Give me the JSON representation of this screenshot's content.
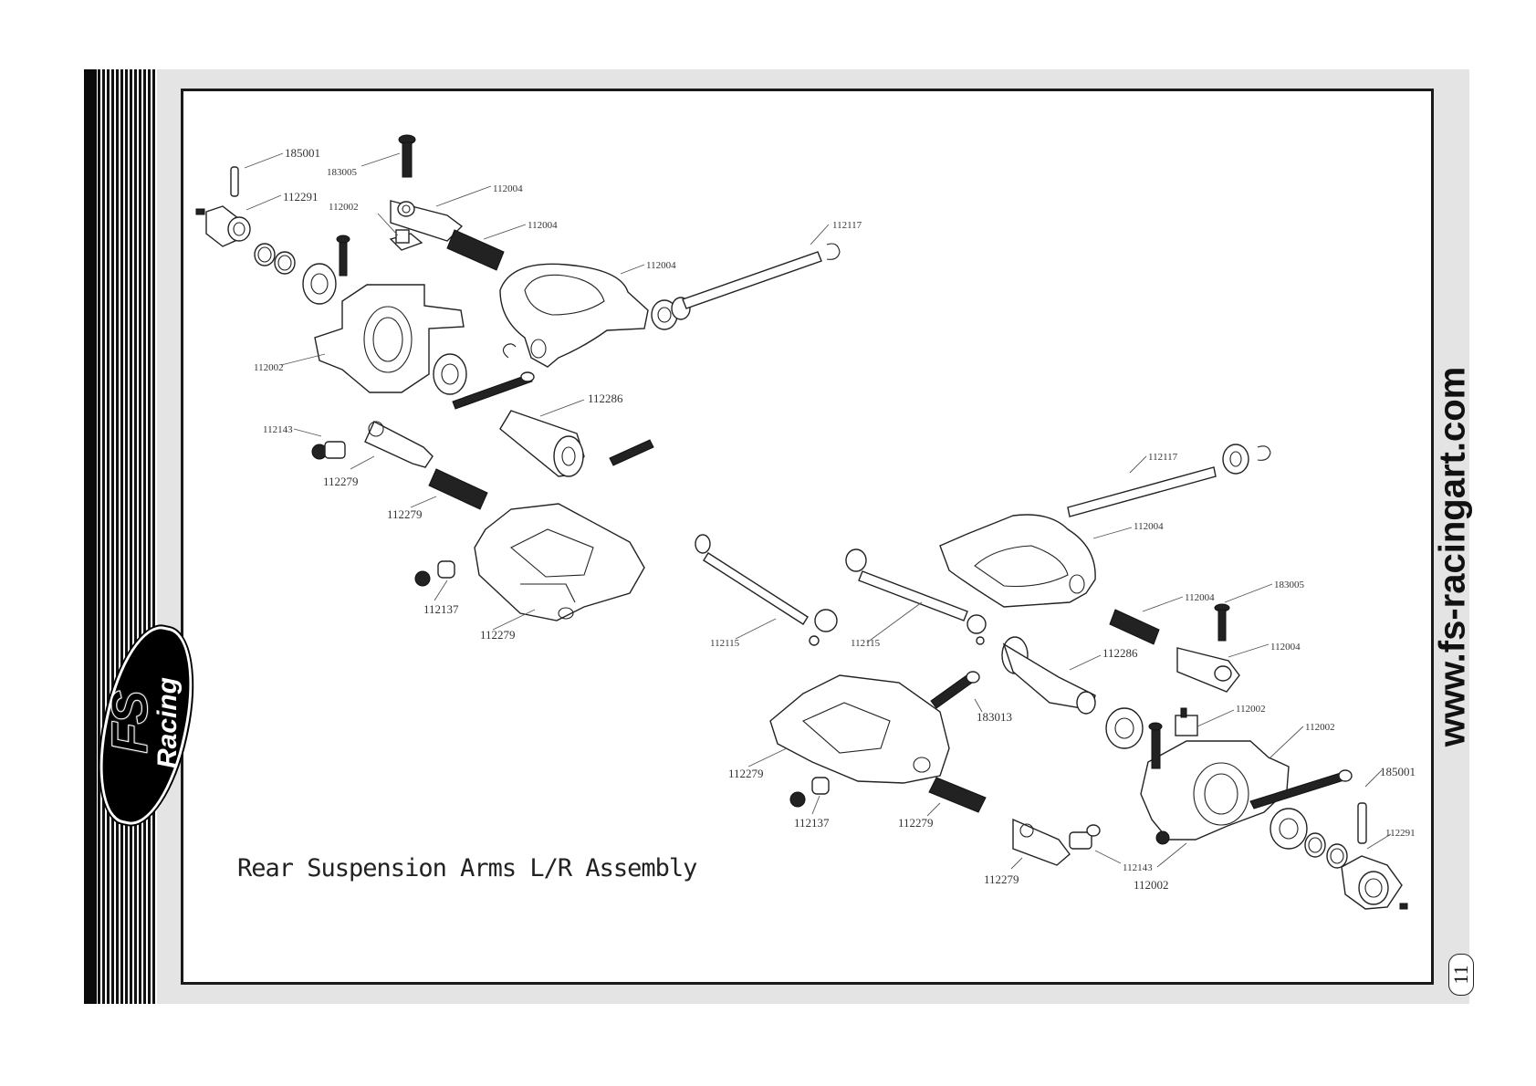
{
  "document": {
    "title": "Rear Suspension Arms L/R Assembly",
    "website": "www.fs-racingart.com",
    "page_number": "11",
    "logo": {
      "brand": "FS",
      "sub": "Racing"
    }
  },
  "part_labels": [
    "185001",
    "183005",
    "112291",
    "112002",
    "112004",
    "112004",
    "112117",
    "112004",
    "112002",
    "112143",
    "112286",
    "112279",
    "112279",
    "112137",
    "112279",
    "112117",
    "112004",
    "112004",
    "183005",
    "112004",
    "112286",
    "112115",
    "112115",
    "183013",
    "112002",
    "112002",
    "112279",
    "185001",
    "112137",
    "112279",
    "112291",
    "112143",
    "112279",
    "112002"
  ]
}
